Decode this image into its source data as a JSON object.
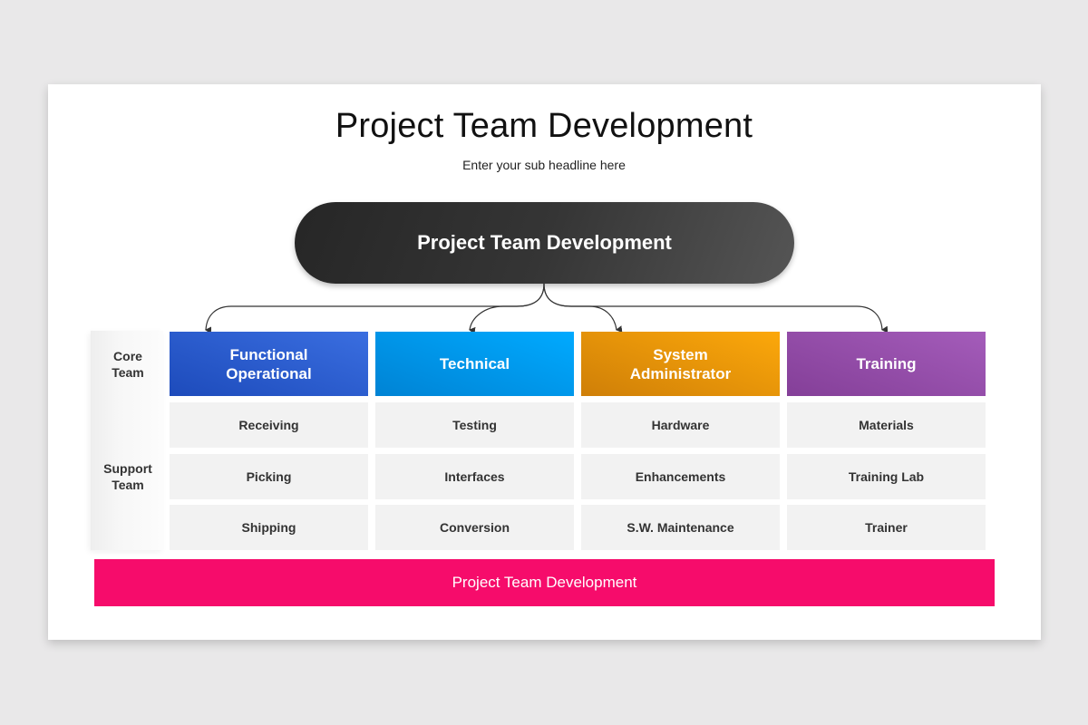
{
  "slide": {
    "title": "Project Team Development",
    "subtitle": "Enter your sub headline here",
    "root_node": {
      "label": "Project Team Development",
      "color": "#2f2f2f"
    },
    "row_labels": {
      "core": [
        "Core",
        "Team"
      ],
      "support": [
        "Support",
        "Team"
      ]
    },
    "columns": [
      {
        "header": [
          "Functional",
          "Operational"
        ],
        "color_start": "#1f4fbf",
        "color_end": "#3a6ee0",
        "items": [
          "Receiving",
          "Picking",
          "Shipping"
        ]
      },
      {
        "header": [
          "Technical"
        ],
        "color_start": "#0086d6",
        "color_end": "#00a8ff",
        "items": [
          "Testing",
          "Interfaces",
          "Conversion"
        ]
      },
      {
        "header": [
          "System",
          "Administrator"
        ],
        "color_start": "#d4850a",
        "color_end": "#fba50a",
        "items": [
          "Hardware",
          "Enhancements",
          "S.W. Maintenance"
        ]
      },
      {
        "header": [
          "Training"
        ],
        "color_start": "#86409a",
        "color_end": "#a25bb8",
        "items": [
          "Materials",
          "Training Lab",
          "Trainer"
        ]
      }
    ],
    "footer": {
      "label": "Project Team Development",
      "color": "#f60c6b"
    }
  }
}
